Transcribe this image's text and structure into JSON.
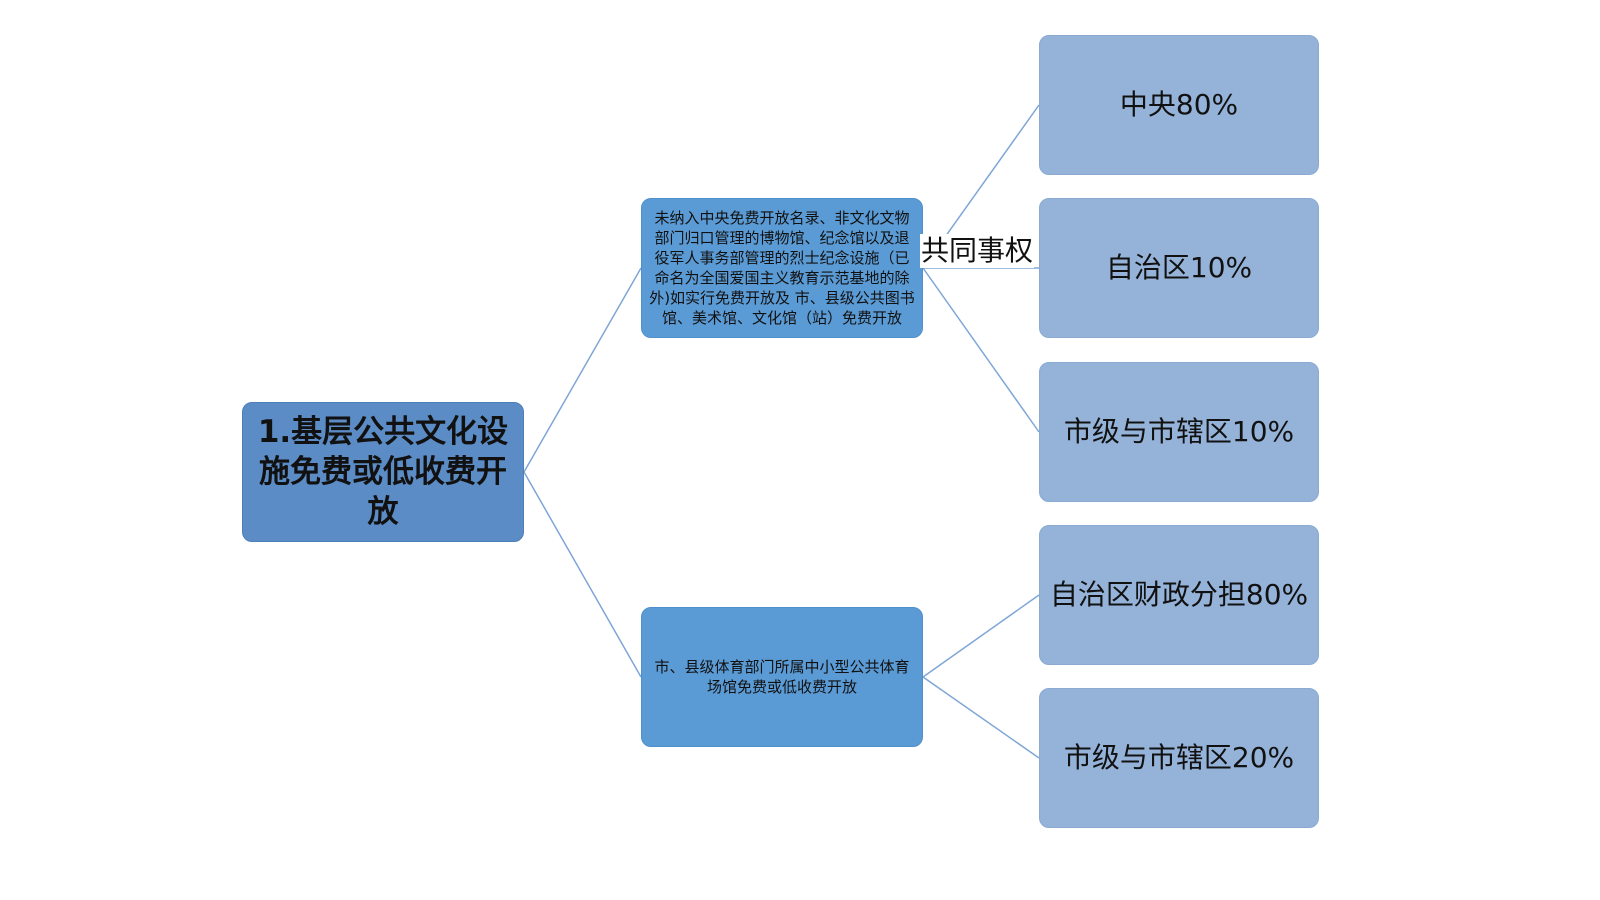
{
  "root": {
    "label": "1.基层公共文化设施免费或低收费开放"
  },
  "branches": [
    {
      "label": "未纳入中央免费开放名录、非文化文物部门归口管理的博物馆、纪念馆以及退役军人事务部管理的烈士纪念设施（已命名为全国爱国主义教育示范基地的除外)如实行免费开放及 市、县级公共图书馆、美术馆、文化馆（站）免费开放",
      "edge_label": "共同事权",
      "leaves": [
        "中央80%",
        "自治区10%",
        "市级与市辖区10%"
      ]
    },
    {
      "label": "市、县级体育部门所属中小型公共体育场馆免费或低收费开放",
      "leaves": [
        "自治区财政分担80%",
        "市级与市辖区20%"
      ]
    }
  ],
  "colors": {
    "root": "#5b8cc5",
    "branch": "#5b9bd5",
    "leaf": "#95b3d9",
    "connector": "#7ea6d6"
  }
}
